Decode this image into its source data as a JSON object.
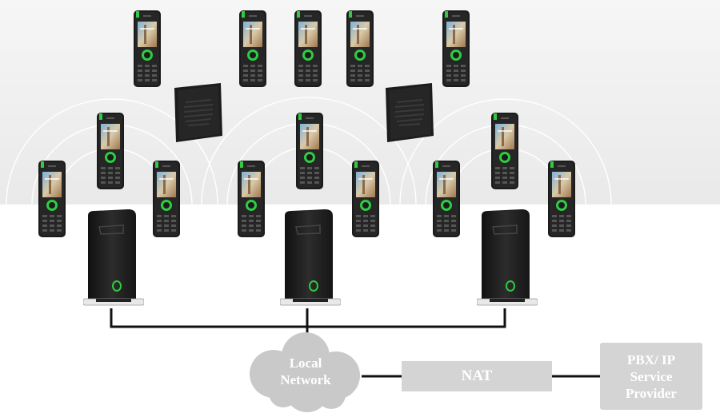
{
  "diagram": {
    "cloud": {
      "line1": "Local",
      "line2": "Network"
    },
    "nat_label": "NAT",
    "pbx": {
      "line1": "PBX/ IP",
      "line2": "Service",
      "line3": "Provider"
    }
  },
  "colors": {
    "cloud": "#c9c9c9",
    "box": "#d4d4d4",
    "device": "#1e1e1e",
    "led": "#2ecc40",
    "upper_bg": "#ececec",
    "wave": "#ffffff"
  },
  "icons": {
    "base_station": "dect-base-station-icon",
    "repeater": "dect-repeater-icon",
    "handset": "dect-handset-icon",
    "cloud": "cloud-icon"
  }
}
